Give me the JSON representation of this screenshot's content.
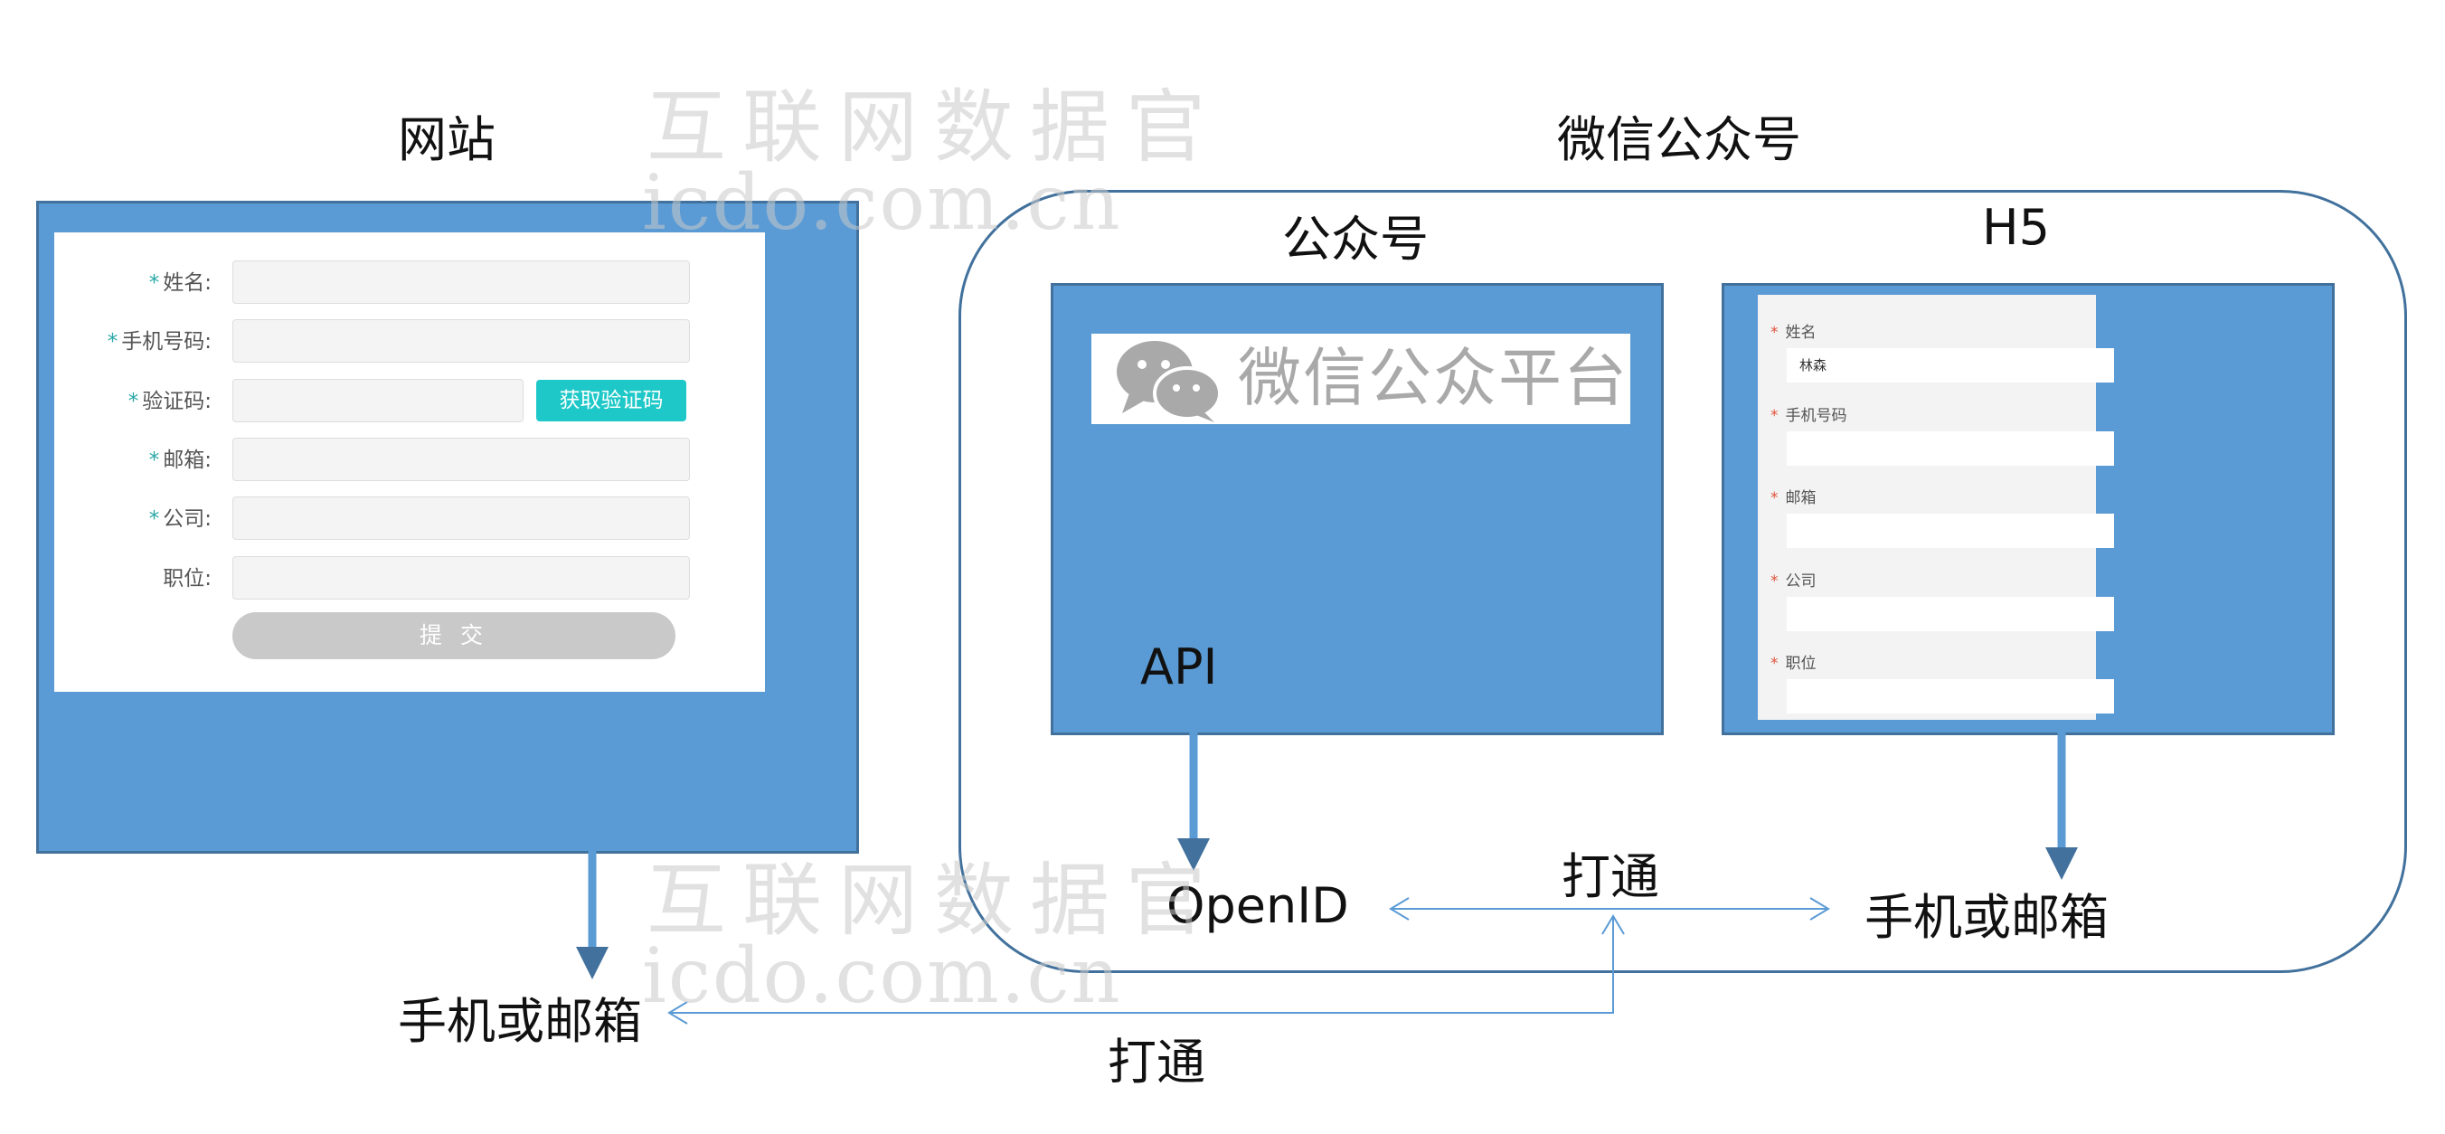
{
  "website": {
    "title": "网站",
    "form": {
      "fields": [
        {
          "label": "姓名:",
          "required": "*"
        },
        {
          "label": "手机号码:",
          "required": "*"
        },
        {
          "label": "验证码:",
          "required": "*"
        },
        {
          "label": "邮箱:",
          "required": "*"
        },
        {
          "label": "公司:",
          "required": "*"
        },
        {
          "label": "职位:",
          "required": ""
        }
      ],
      "code_button": "获取验证码",
      "submit_button": "提 交"
    },
    "output": "手机或邮箱"
  },
  "wechat": {
    "title": "微信公众号",
    "official_account": {
      "title": "公众号",
      "banner_text": "微信公众平台",
      "api_label": "API",
      "output": "OpenID"
    },
    "h5": {
      "title": "H5",
      "fields": [
        {
          "label": "姓名",
          "required": "*",
          "value": "林森"
        },
        {
          "label": "手机号码",
          "required": "*",
          "value": ""
        },
        {
          "label": "邮箱",
          "required": "*",
          "value": ""
        },
        {
          "label": "公司",
          "required": "*",
          "value": ""
        },
        {
          "label": "职位",
          "required": "*",
          "value": ""
        }
      ],
      "output": "手机或邮箱"
    }
  },
  "connections": {
    "top_label": "打通",
    "bottom_label": "打通"
  },
  "watermark": {
    "cn": "互联网数据官",
    "en": "icdo.com.cn"
  },
  "colors": {
    "box_fill": "#5b9bd5",
    "box_border": "#41719c",
    "arrow": "#5b9bd5",
    "code_button": "#1fc8c8"
  }
}
